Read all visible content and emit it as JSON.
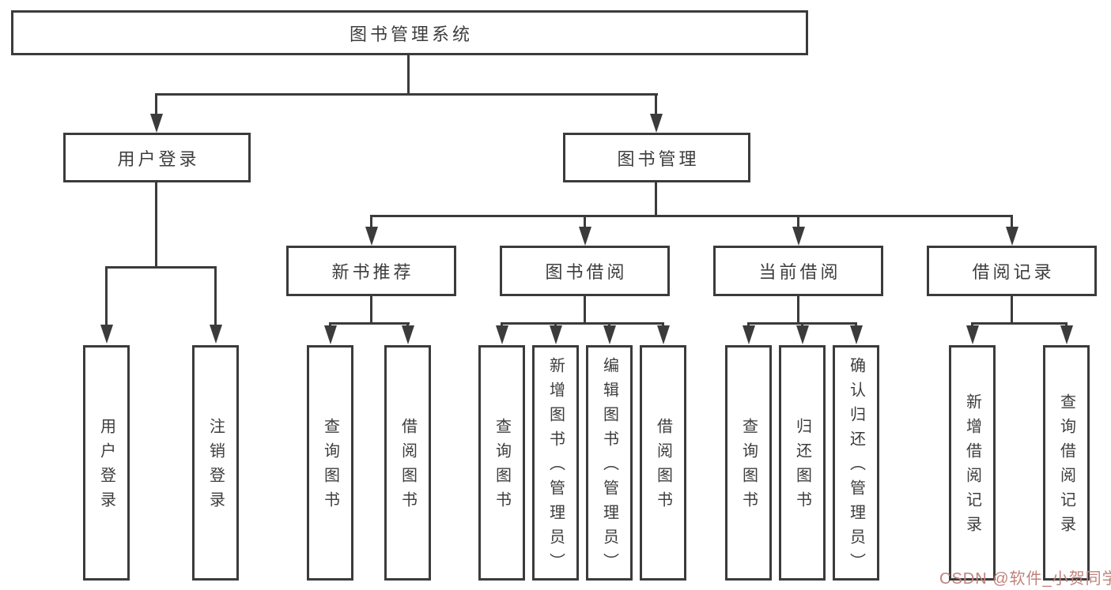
{
  "diagram": {
    "title": "图书管理系统",
    "branches": {
      "user": {
        "label": "用户登录",
        "children": [
          "用户登录",
          "注销登录"
        ]
      },
      "book": {
        "label": "图书管理",
        "groups": [
          {
            "label": "新书推荐",
            "children": [
              "查询图书",
              "借阅图书"
            ]
          },
          {
            "label": "图书借阅",
            "children": [
              "查询图书",
              "新增图书（管理员）",
              "编辑图书（管理员）",
              "借阅图书"
            ]
          },
          {
            "label": "当前借阅",
            "children": [
              "查询图书",
              "归还图书",
              "确认归还（管理员）"
            ]
          },
          {
            "label": "借阅记录",
            "children": [
              "新增借阅记录",
              "查询借阅记录"
            ]
          }
        ]
      }
    }
  },
  "watermark": "CSDN @软件_小贺同学",
  "colors": {
    "line": "#3b3b3b",
    "text": "#3d3d3d",
    "background": "#ffffff",
    "watermark": "#c0827c"
  }
}
